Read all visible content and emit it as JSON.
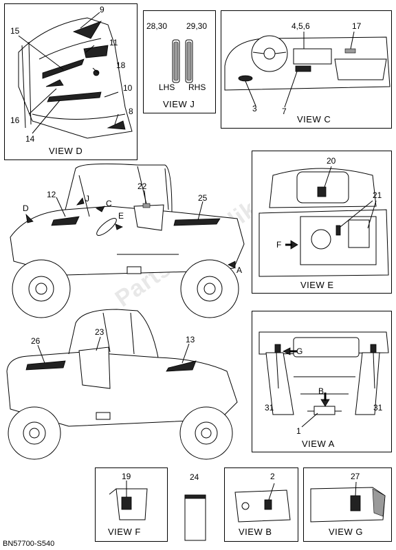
{
  "watermark": "PartsRepublik",
  "footer_code": "BN57700-S540",
  "views": {
    "d": {
      "title": "VIEW D",
      "callouts": [
        "9",
        "15",
        "11",
        "18",
        "10",
        "16",
        "14",
        "8"
      ]
    },
    "j": {
      "title": "VIEW J",
      "left_ref": "28,30",
      "right_ref": "29,30",
      "lhs": "LHS",
      "rhs": "RHS"
    },
    "c": {
      "title": "VIEW C",
      "callouts": [
        "4,5,6",
        "17",
        "3",
        "7"
      ]
    },
    "e": {
      "title": "VIEW E",
      "callouts": [
        "20",
        "21"
      ],
      "arrow_label": "F"
    },
    "a": {
      "title": "VIEW A",
      "callouts": [
        "31",
        "31",
        "1"
      ],
      "arrow_g": "G",
      "arrow_b": "B"
    },
    "f": {
      "title": "VIEW F",
      "callouts": [
        "19"
      ]
    },
    "b": {
      "title": "VIEW B",
      "callouts": [
        "2"
      ]
    },
    "g": {
      "title": "VIEW G",
      "callouts": [
        "27"
      ]
    }
  },
  "vehicle_top": {
    "callouts": [
      "12",
      "22",
      "25",
      "D",
      "J",
      "C",
      "E",
      "A"
    ]
  },
  "vehicle_bottom": {
    "callouts": [
      "26",
      "23",
      "13"
    ]
  },
  "loose_label": {
    "callout": "24"
  }
}
